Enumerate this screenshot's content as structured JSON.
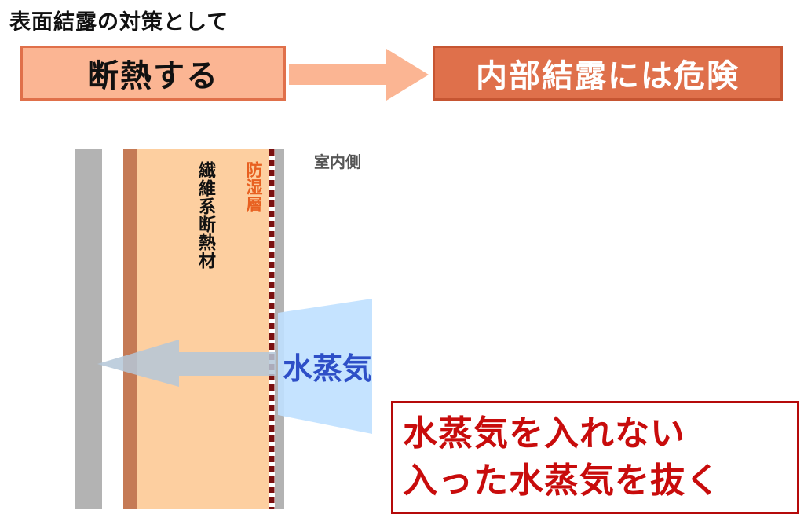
{
  "heading": "表面結露の対策として",
  "flow": {
    "left_box": "断熱する",
    "right_box": "内部結露には危険"
  },
  "wall": {
    "insulation_label": "繊維系断熱材",
    "vapor_barrier_label": "防湿層",
    "indoor_side_label": "室内側",
    "vapor_label": "水蒸気"
  },
  "message": {
    "line1": "水蒸気を入れない",
    "line2": "入った水蒸気を抜く"
  },
  "colors": {
    "left_box_fill": "#FBB593",
    "right_box_fill": "#DF704B",
    "insulation": "#FDCFA0",
    "board": "#C57A55",
    "barrier": "#7A1010",
    "vapor_light": "#BFE0FF",
    "vapor_text": "#2E4FC7",
    "message": "#C80C0C"
  }
}
